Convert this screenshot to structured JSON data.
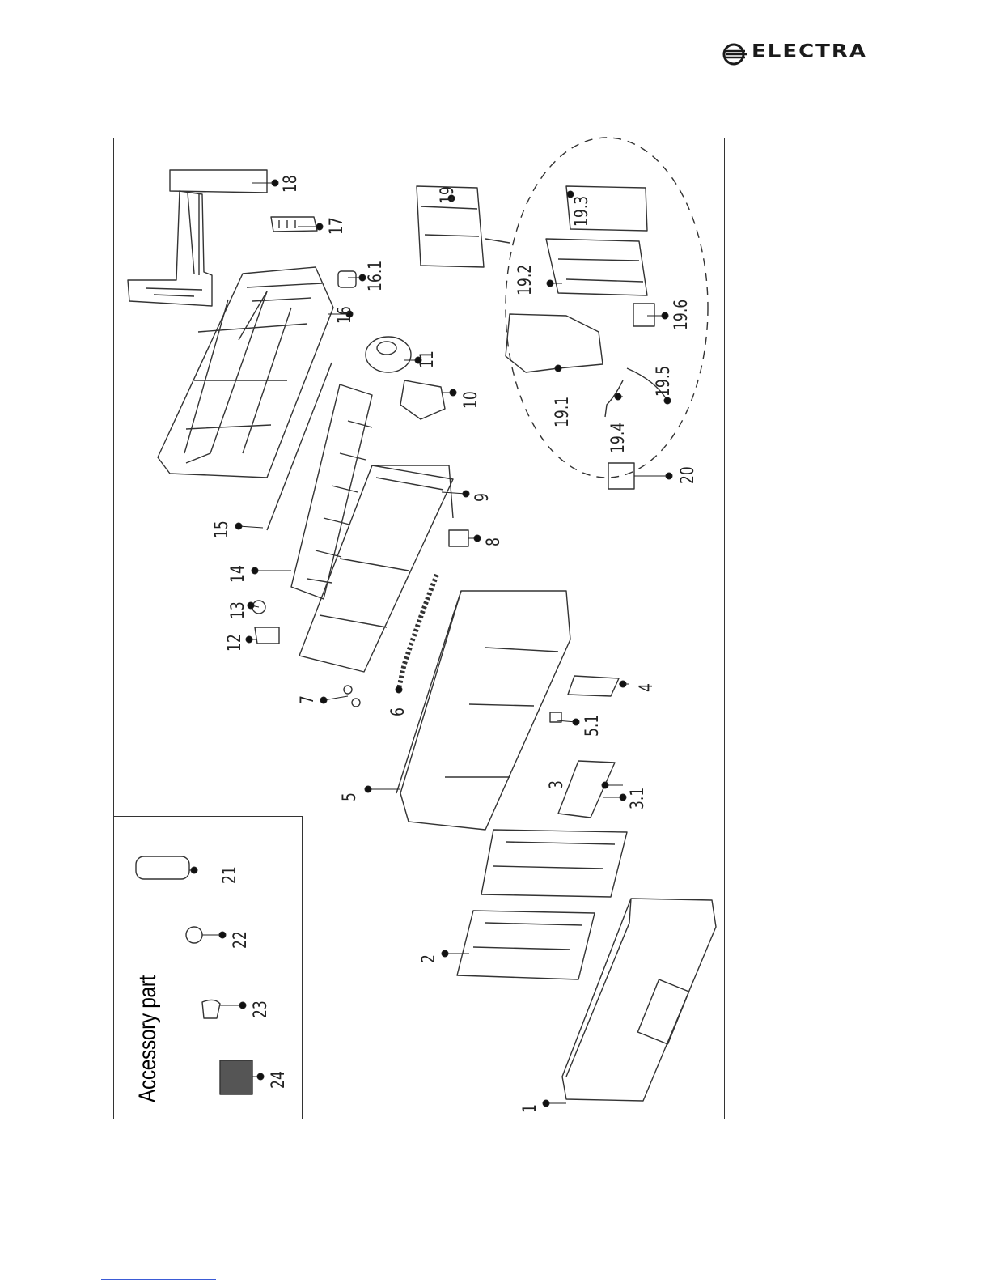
{
  "header": {
    "brand": "ELECTRA"
  },
  "accessory": {
    "title": "Accessory part"
  },
  "part_numbers": [
    "1",
    "2",
    "3",
    "3.1",
    "4",
    "5",
    "5.1",
    "6",
    "7",
    "8",
    "9",
    "10",
    "11",
    "12",
    "13",
    "14",
    "15",
    "16",
    "16.1",
    "17",
    "18",
    "19",
    "19.1",
    "19.2",
    "19.3",
    "19.4",
    "19.5",
    "19.6",
    "20",
    "21",
    "22",
    "23",
    "24"
  ]
}
